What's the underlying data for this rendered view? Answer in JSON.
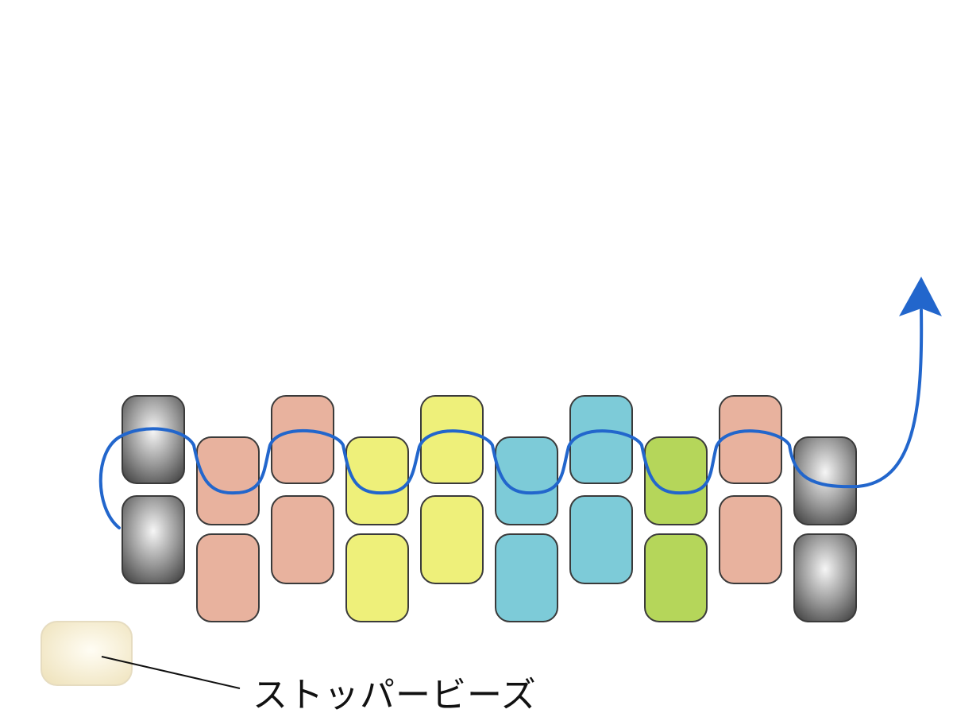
{
  "diagram": {
    "stopper_label": "ストッパービーズ",
    "colors": {
      "gray": "#8a8a8a",
      "salmon": "#e8b29e",
      "yellow": "#eef07a",
      "cyan": "#7dcbd8",
      "green": "#b5d65a",
      "stopper": "#f6edcd",
      "thread": "#2266cc"
    },
    "bead_columns": [
      "gray",
      "salmon",
      "salmon",
      "yellow",
      "yellow",
      "cyan",
      "cyan",
      "green",
      "salmon",
      "gray"
    ],
    "icons": [
      "thread-arrow-icon"
    ]
  }
}
